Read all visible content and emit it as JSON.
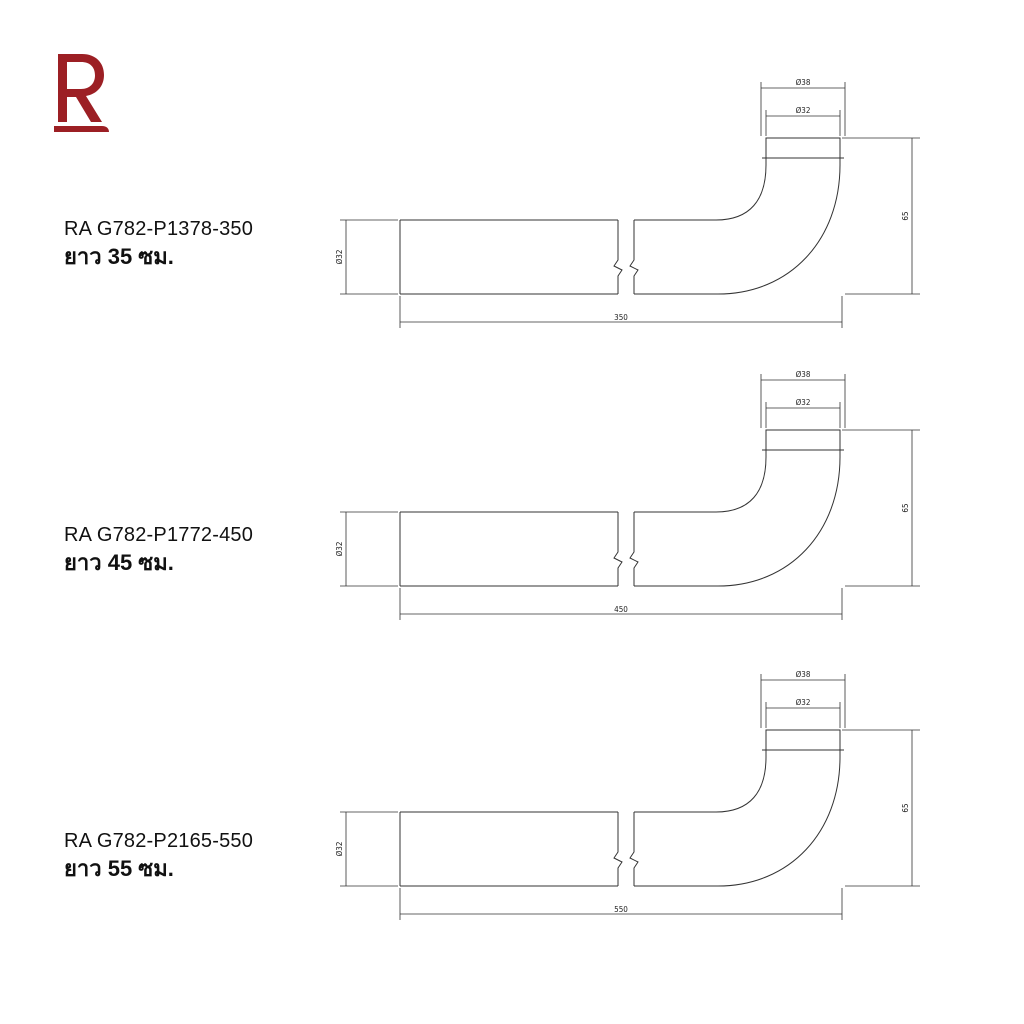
{
  "brand": {
    "logo_letter": "R",
    "logo_color": "#9c1f24"
  },
  "products": [
    {
      "code": "RA G782-P1378-350",
      "length_label": "ยาว 35 ซม.",
      "dims": {
        "outer_diameter": "Ø38",
        "inner_diameter": "Ø32",
        "bar_diameter": "Ø32",
        "height": "65",
        "total_length": "350"
      }
    },
    {
      "code": "RA G782-P1772-450",
      "length_label": "ยาว 45 ซม.",
      "dims": {
        "outer_diameter": "Ø38",
        "inner_diameter": "Ø32",
        "bar_diameter": "Ø32",
        "height": "65",
        "total_length": "450"
      }
    },
    {
      "code": "RA G782-P2165-550",
      "length_label": "ยาว 55 ซม.",
      "dims": {
        "outer_diameter": "Ø38",
        "inner_diameter": "Ø32",
        "bar_diameter": "Ø32",
        "height": "65",
        "total_length": "550"
      }
    }
  ],
  "colors": {
    "line": "#333333",
    "text": "#111111"
  }
}
